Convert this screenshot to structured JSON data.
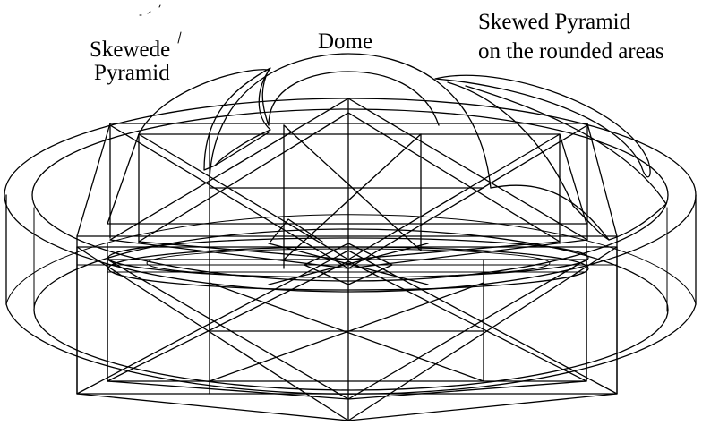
{
  "labels": {
    "skewed_pyramid_left_line1": "Skewede",
    "skewed_pyramid_left_line2": "Pyramid",
    "dome": "Dome",
    "skewed_pyramid_right_line1": "Skewed Pyramid",
    "skewed_pyramid_right_line2": "on the rounded areas"
  },
  "colors": {
    "line": "#000000",
    "background": "#ffffff"
  }
}
